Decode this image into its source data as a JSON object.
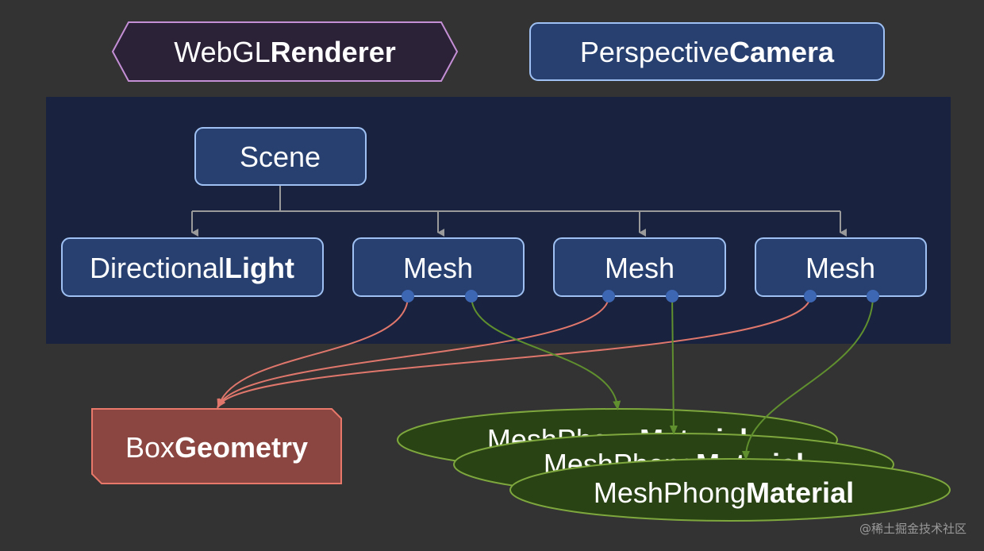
{
  "diagram": {
    "renderer": {
      "prefix": "WebGL",
      "bold": "Renderer"
    },
    "camera": {
      "prefix": "Perspective",
      "bold": "Camera"
    },
    "scene": {
      "label": "Scene"
    },
    "light": {
      "prefix": "Directional",
      "bold": "Light"
    },
    "meshes": [
      {
        "label": "Mesh"
      },
      {
        "label": "Mesh"
      },
      {
        "label": "Mesh"
      }
    ],
    "geometry": {
      "prefix": "Box",
      "bold": "Geometry"
    },
    "materials": [
      {
        "prefix": "MeshPhong",
        "bold": "Material"
      },
      {
        "prefix": "MeshPhong",
        "bold": "Material"
      },
      {
        "prefix": "MeshPhong",
        "bold": "Material"
      }
    ]
  },
  "colors": {
    "background": "#333333",
    "scene_panel": "#19233f",
    "node_fill": "#27406f",
    "node_stroke": "#9ec0f2",
    "renderer_fill": "#2b2238",
    "renderer_stroke": "#c58fd6",
    "geometry_fill": "#8b4641",
    "geometry_stroke": "#e8786a",
    "material_fill": "#2a4314",
    "material_stroke": "#7ea83e",
    "geometry_link": "#e0776c",
    "material_link": "#5f8f2e",
    "tree_link": "#9a9a9a",
    "port": "#3d66b3"
  },
  "watermark": "@稀土掘金技术社区"
}
